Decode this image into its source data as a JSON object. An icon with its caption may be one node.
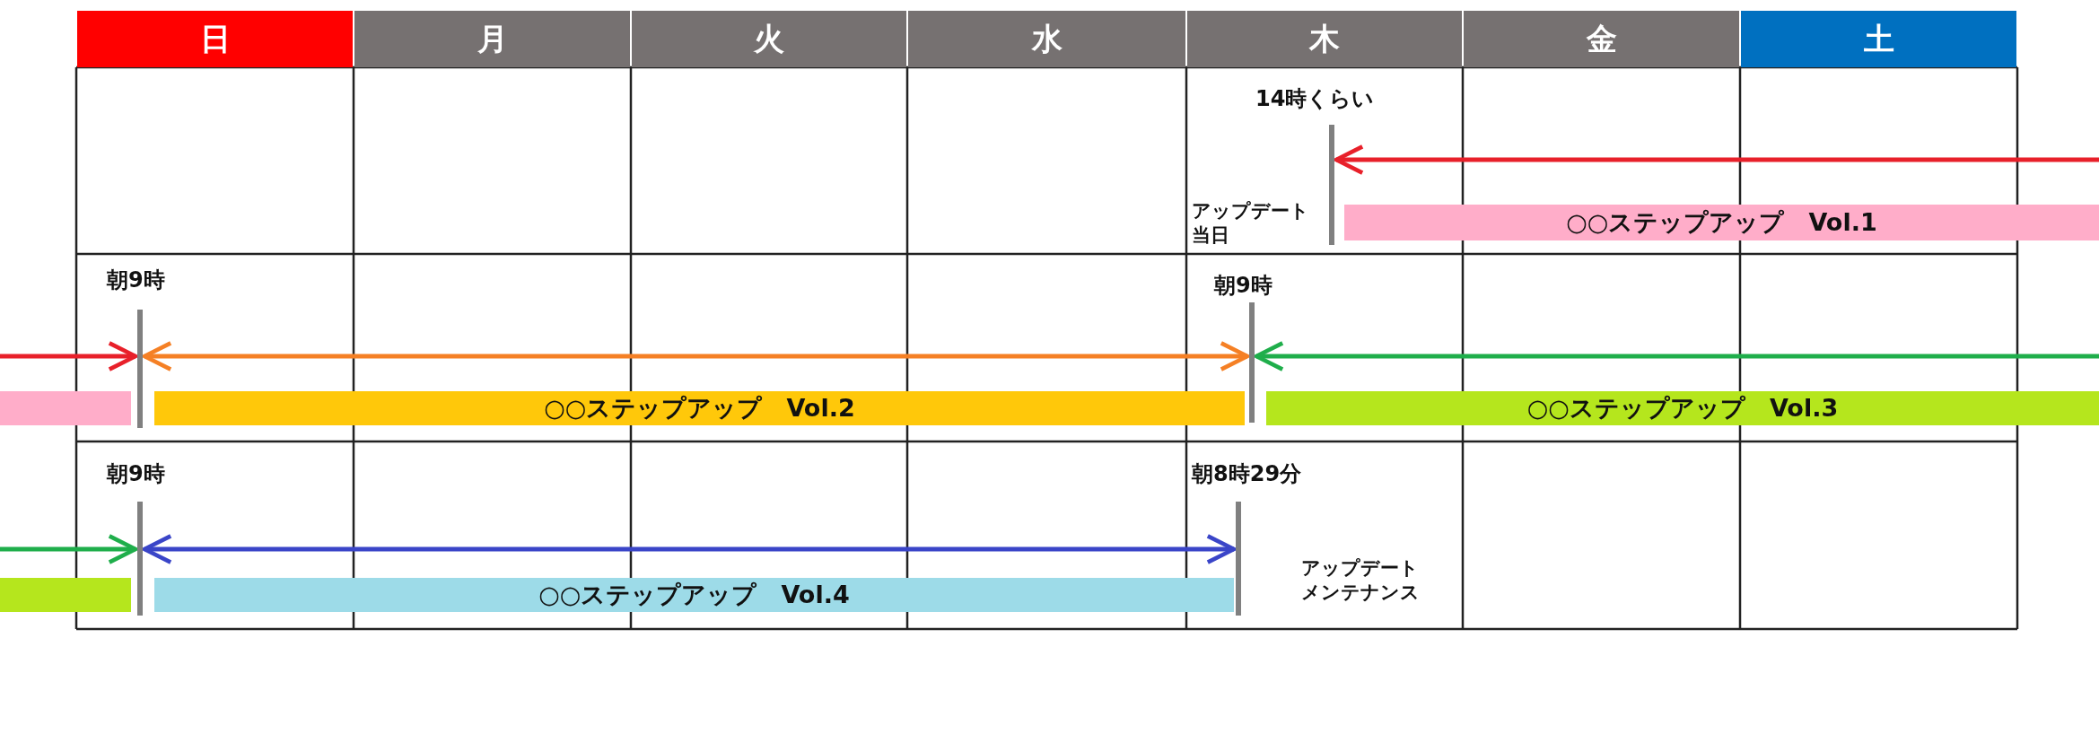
{
  "diagram": {
    "nodes": [
      {
        "text": [
          "14時くらい"
        ],
        "beside": [
          "アップデート当日"
        ]
      },
      {
        "text": [
          "○○ステップアップ　Vol.1"
        ]
      },
      {
        "text": [
          "朝9時"
        ]
      },
      {
        "text": [
          "朝9時"
        ]
      },
      {
        "text": [],
        "shape": "bar"
      },
      {
        "text": [
          "○○ステップアップ　Vol.2"
        ]
      },
      {
        "text": [
          "○○ステップアップ　Vol.3"
        ]
      },
      {
        "text": [
          "朝9時"
        ]
      },
      {
        "text": [
          "朝8時29分"
        ],
        "beside": [
          "アップデートメンテナンス"
        ]
      },
      {
        "text": [],
        "shape": "bar"
      },
      {
        "text": [
          "○○ステップアップ　Vol.4"
        ]
      }
    ],
    "edges": [
      {
        "from": null,
        "to": 0,
        "arrow": "to",
        "color": "#e8202a"
      },
      {
        "from": null,
        "to": 2,
        "arrow": "to",
        "color": "#e8202a"
      },
      {
        "from": 2,
        "to": 3,
        "arrow": "both",
        "color": "#f58025"
      },
      {
        "from": null,
        "to": 3,
        "arrow": "to",
        "color": "#1fae4b"
      },
      {
        "from": null,
        "to": 7,
        "arrow": "to",
        "color": "#1fae4b"
      },
      {
        "from": 7,
        "to": 8,
        "arrow": "both",
        "color": "#3a45c8"
      }
    ],
    "labels": [
      "日",
      "月",
      "火",
      "水",
      "木",
      "金",
      "土"
    ]
  }
}
